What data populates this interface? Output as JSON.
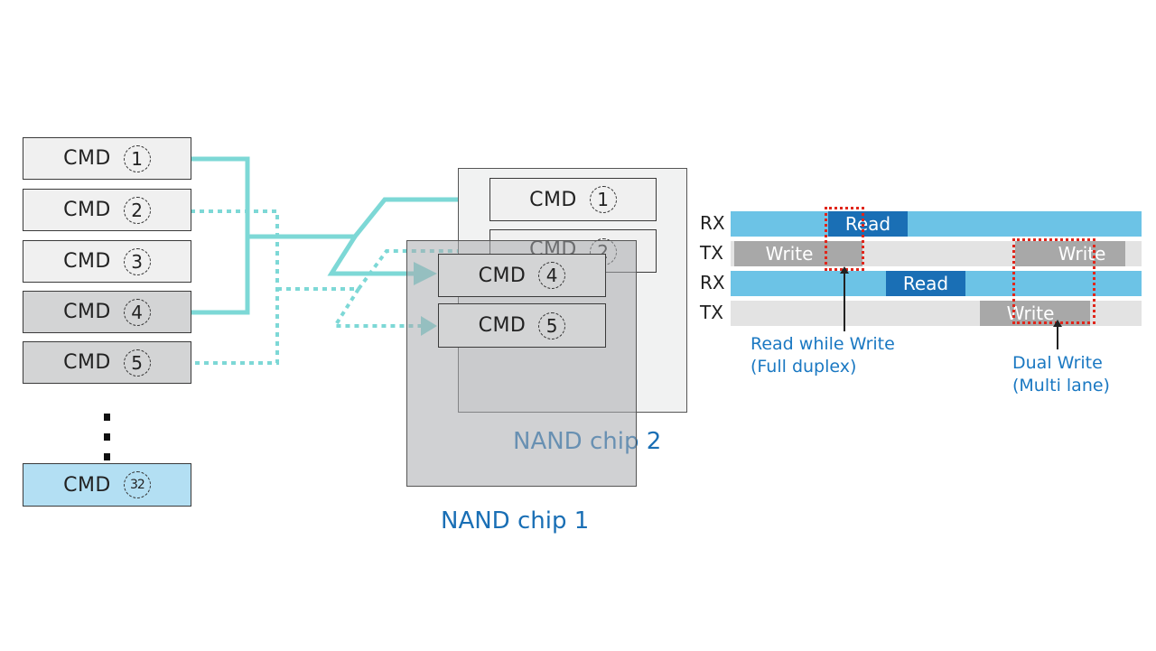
{
  "queue": {
    "items": [
      {
        "label": "CMD",
        "num": "1",
        "state": "light"
      },
      {
        "label": "CMD",
        "num": "2",
        "state": "light"
      },
      {
        "label": "CMD",
        "num": "3",
        "state": "light"
      },
      {
        "label": "CMD",
        "num": "4",
        "state": "mid"
      },
      {
        "label": "CMD",
        "num": "5",
        "state": "mid"
      },
      {
        "label": "CMD",
        "num": "32",
        "state": "blue"
      }
    ],
    "ellipsis": "vertical-dots"
  },
  "chips": {
    "chip2": {
      "label": "NAND chip 2",
      "cmds": [
        {
          "label": "CMD",
          "num": "1"
        },
        {
          "label": "CMD",
          "num": "2"
        }
      ]
    },
    "chip1": {
      "label": "NAND chip 1",
      "cmds": [
        {
          "label": "CMD",
          "num": "4"
        },
        {
          "label": "CMD",
          "num": "5"
        }
      ]
    }
  },
  "connections": {
    "solid": [
      "CMD 1 -> NAND chip 2 / CMD 1",
      "CMD 4 -> NAND chip 1 / CMD 4"
    ],
    "dotted": [
      "CMD 2 -> NAND chip 2 / CMD 2",
      "CMD 5 -> NAND chip 1 / CMD 5"
    ],
    "color": "#7dd8d6"
  },
  "timing": {
    "lanes": [
      {
        "label": "RX",
        "segments": [
          {
            "text": "Read",
            "type": "read"
          }
        ]
      },
      {
        "label": "TX",
        "segments": [
          {
            "text": "Write",
            "type": "write"
          },
          {
            "text": "Write",
            "type": "write"
          }
        ]
      },
      {
        "label": "RX",
        "segments": [
          {
            "text": "Read",
            "type": "read"
          }
        ]
      },
      {
        "label": "TX",
        "segments": [
          {
            "text": "Write",
            "type": "write"
          }
        ]
      }
    ],
    "annotations": [
      {
        "line1": "Read while Write",
        "line2": "(Full duplex)"
      },
      {
        "line1": "Dual Write",
        "line2": "(Multi lane)"
      }
    ],
    "colors": {
      "rx_lane": "#6cc3e6",
      "tx_lane": "#e3e3e3",
      "read": "#1a6fb5",
      "write": "#a8a8a8",
      "highlight": "#e0261b",
      "annotation": "#1a78c2"
    }
  }
}
